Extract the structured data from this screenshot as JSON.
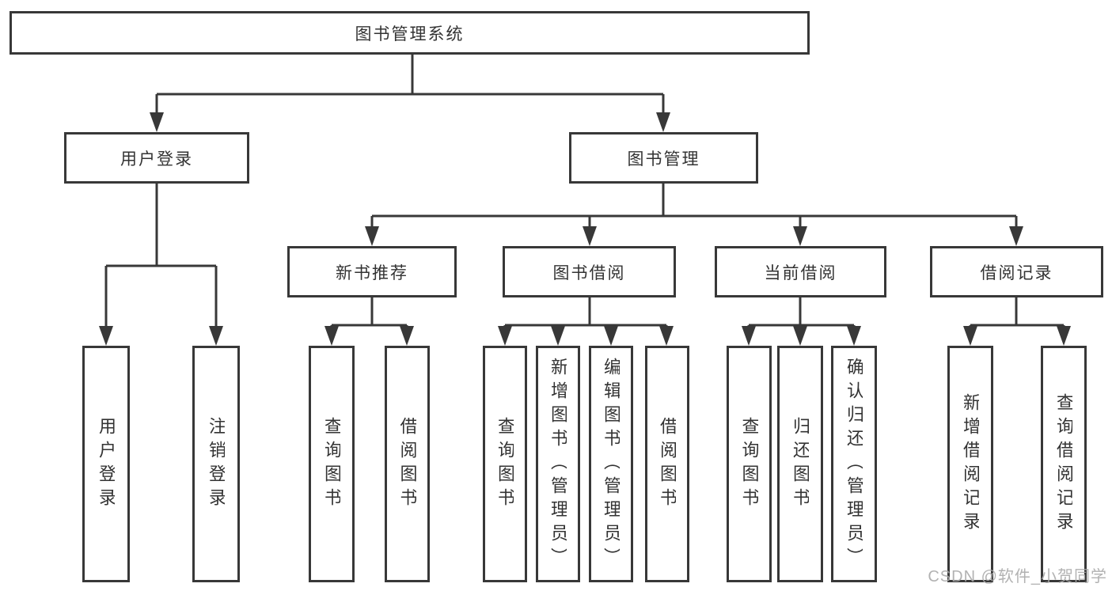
{
  "diagram_title": "图书管理系统",
  "colors": {
    "line": "#383838",
    "box_border": "#383838",
    "text": "#333333",
    "background": "#ffffff",
    "watermark": "#aaaaaa"
  },
  "nodes": {
    "root": {
      "label": "图书管理系统"
    },
    "user_login": {
      "label": "用户登录"
    },
    "book_management": {
      "label": "图书管理"
    },
    "new_book_recommend": {
      "label": "新书推荐"
    },
    "book_borrowing": {
      "label": "图书借阅"
    },
    "current_borrowing": {
      "label": "当前借阅"
    },
    "borrowing_records": {
      "label": "借阅记录"
    },
    "leaf_user_login": {
      "label": "用户登录"
    },
    "leaf_logout": {
      "label": "注销登录"
    },
    "leaf_query_books_1": {
      "label": "查询图书"
    },
    "leaf_borrow_books_1": {
      "label": "借阅图书"
    },
    "leaf_query_books_2": {
      "label": "查询图书"
    },
    "leaf_add_book_admin": {
      "label": "新增图书（管理员）"
    },
    "leaf_edit_book_admin": {
      "label": "编辑图书（管理员）"
    },
    "leaf_borrow_books_2": {
      "label": "借阅图书"
    },
    "leaf_query_books_3": {
      "label": "查询图书"
    },
    "leaf_return_book": {
      "label": "归还图书"
    },
    "leaf_confirm_return_admin": {
      "label": "确认归还（管理员）"
    },
    "leaf_add_borrow_record": {
      "label": "新增借阅记录"
    },
    "leaf_query_borrow_record": {
      "label": "查询借阅记录"
    }
  },
  "tree": {
    "label": "图书管理系统",
    "children": [
      {
        "label": "用户登录",
        "children": [
          {
            "label": "用户登录"
          },
          {
            "label": "注销登录"
          }
        ]
      },
      {
        "label": "图书管理",
        "children": [
          {
            "label": "新书推荐",
            "children": [
              {
                "label": "查询图书"
              },
              {
                "label": "借阅图书"
              }
            ]
          },
          {
            "label": "图书借阅",
            "children": [
              {
                "label": "查询图书"
              },
              {
                "label": "新增图书（管理员）"
              },
              {
                "label": "编辑图书（管理员）"
              },
              {
                "label": "借阅图书"
              }
            ]
          },
          {
            "label": "当前借阅",
            "children": [
              {
                "label": "查询图书"
              },
              {
                "label": "归还图书"
              },
              {
                "label": "确认归还（管理员）"
              }
            ]
          },
          {
            "label": "借阅记录",
            "children": [
              {
                "label": "新增借阅记录"
              },
              {
                "label": "查询借阅记录"
              }
            ]
          }
        ]
      }
    ]
  },
  "watermark": {
    "text": "CSDN @软件_小贺同学"
  }
}
